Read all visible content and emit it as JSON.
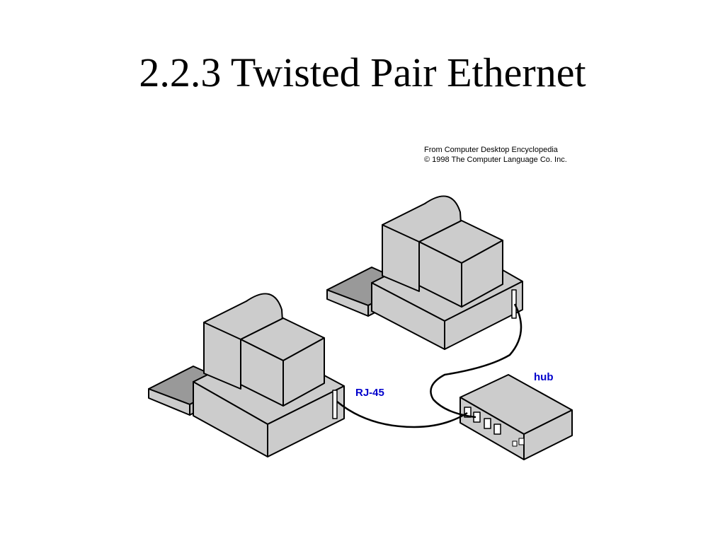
{
  "title": "2.2.3 Twisted Pair Ethernet",
  "credit": {
    "line1": "From Computer Desktop Encyclopedia",
    "line2": "© 1998 The Computer Language Co. Inc."
  },
  "labels": {
    "rj45": "RJ-45",
    "hub": "hub"
  },
  "colors": {
    "label": "#0000cc",
    "device_fill": "#cccccc",
    "keyboard_fill": "#999999",
    "outline": "#000000"
  },
  "icons": [
    "computer-icon",
    "computer-icon",
    "hub-icon",
    "cable",
    "cable"
  ]
}
